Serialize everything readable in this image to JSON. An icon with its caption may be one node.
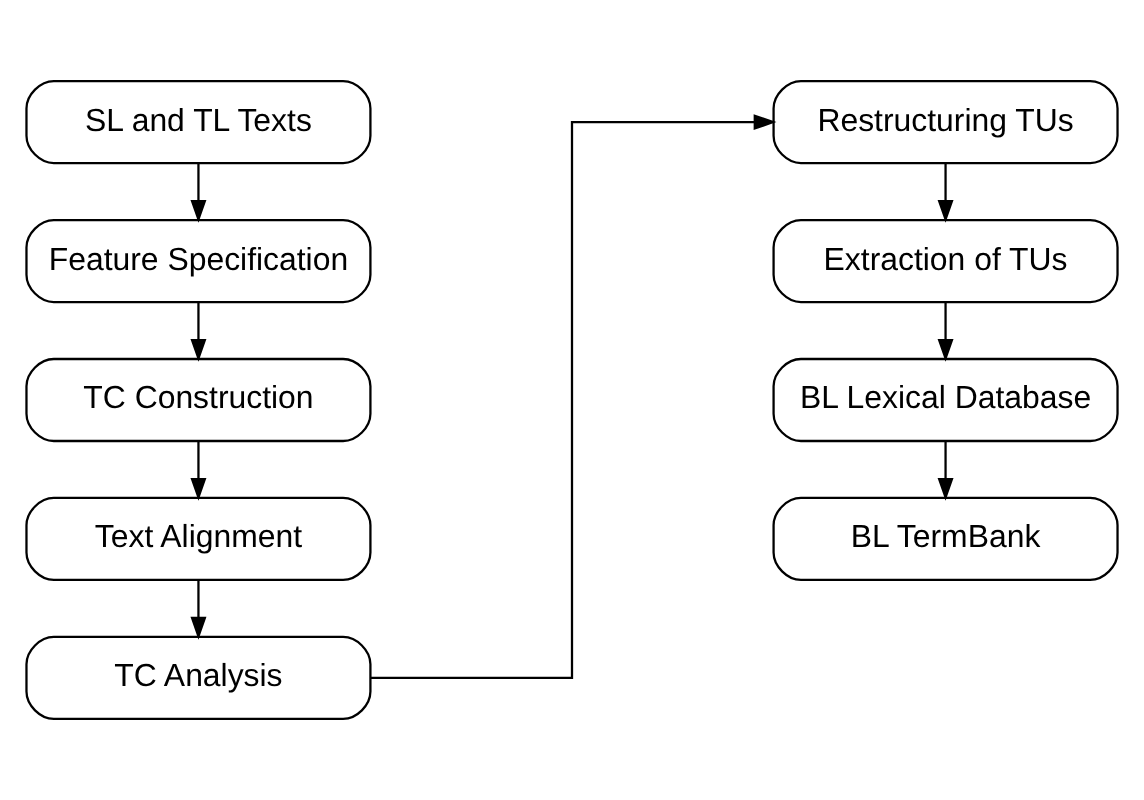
{
  "diagram": {
    "nodes": [
      {
        "text": [
          "SL and TL Texts"
        ]
      },
      {
        "text": [
          "Feature Specification"
        ]
      },
      {
        "text": [
          "TC Construction"
        ]
      },
      {
        "text": [
          "Text Alignment"
        ]
      },
      {
        "text": [
          "TC Analysis"
        ]
      },
      {
        "text": [
          "Restructuring TUs"
        ]
      },
      {
        "text": [
          "Extraction of TUs"
        ]
      },
      {
        "text": [
          "BL Lexical Database"
        ]
      },
      {
        "text": [
          "BL TermBank"
        ]
      }
    ],
    "edges": [
      {
        "from": 0,
        "to": 1,
        "arrow": "to"
      },
      {
        "from": 1,
        "to": 2,
        "arrow": "to"
      },
      {
        "from": 2,
        "to": 3,
        "arrow": "to"
      },
      {
        "from": 3,
        "to": 4,
        "arrow": "to"
      },
      {
        "from": 4,
        "to": 5,
        "arrow": "to"
      },
      {
        "from": 5,
        "to": 6,
        "arrow": "to"
      },
      {
        "from": 6,
        "to": 7,
        "arrow": "to"
      },
      {
        "from": 7,
        "to": 8,
        "arrow": "to"
      }
    ]
  }
}
